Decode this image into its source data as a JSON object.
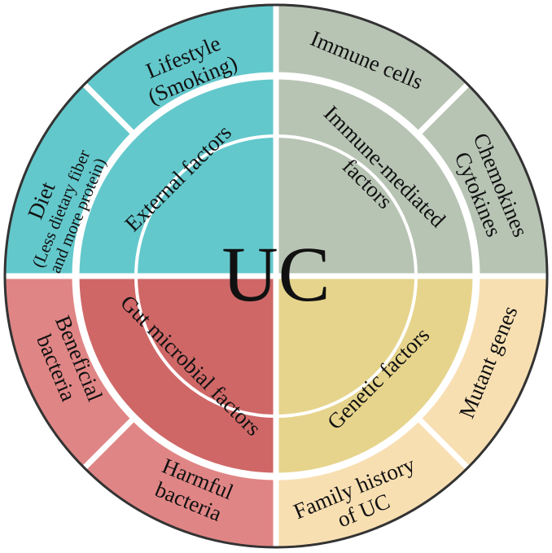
{
  "center": {
    "label": "UC"
  },
  "colors": {
    "outline": "#333333",
    "separator": "#ffffff",
    "external_inner": "#63c8cc",
    "external_outer": "#63c8cc",
    "immune_inner": "#b7c4b4",
    "immune_outer": "#b7c4b4",
    "genetic_inner": "#e6d48c",
    "genetic_outer": "#f8dfb2",
    "microbial_inner": "#cf6767",
    "microbial_outer": "#e08585"
  },
  "inner_ring": {
    "external": {
      "line1": "External factors"
    },
    "immune": {
      "line1": "Immune-mediated",
      "line2": "factors"
    },
    "genetic": {
      "line1": "Genetic factors"
    },
    "microbial": {
      "line1": "Gut microbial factors"
    }
  },
  "outer_ring": {
    "lifestyle": {
      "line1": "Lifestyle",
      "line2": "(Smoking)"
    },
    "diet": {
      "line1": "Diet",
      "line2": "(Less dietary fiber",
      "line3": "and more protein)"
    },
    "immune_cells": {
      "line1": "Immune cells"
    },
    "chemokines": {
      "line1": "Chemokines",
      "line2": "Cytokines"
    },
    "mutant_genes": {
      "line1": "Mutant genes"
    },
    "family_history": {
      "line1": "Family history",
      "line2": "of UC"
    },
    "beneficial": {
      "line1": "Beneficial",
      "line2": "bacteria"
    },
    "harmful": {
      "line1": "Harmful",
      "line2": "bacteria"
    }
  }
}
